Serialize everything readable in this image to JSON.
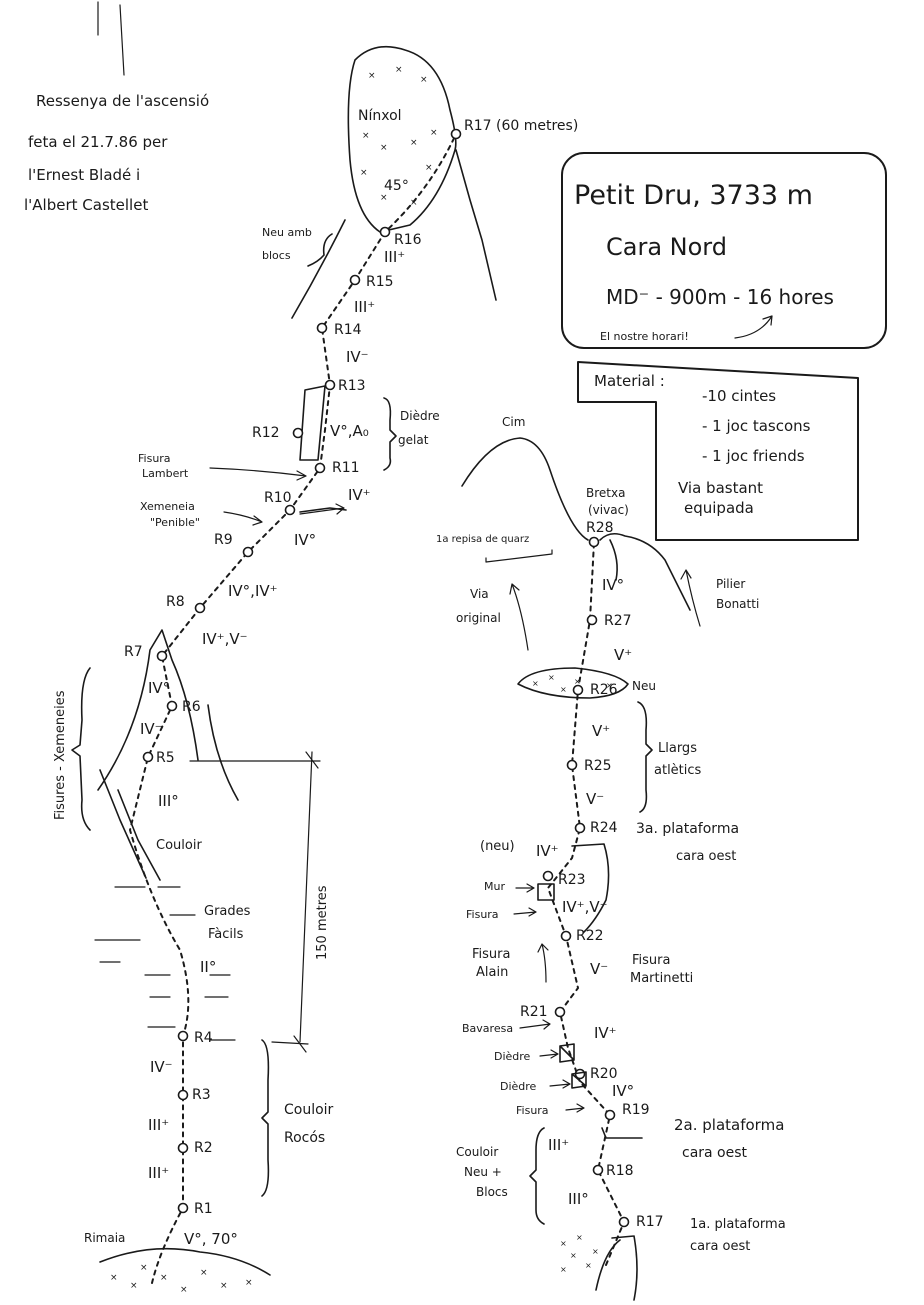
{
  "header_note": [
    "Ressenya de l'ascensió",
    "feta el 21.7.86 per",
    "l'Ernest Bladé i",
    "l'Albert Castellet"
  ],
  "title_box": {
    "title": "Petit Dru, 3733 m",
    "subtitle": "Cara Nord",
    "grade": "MD⁻ - 900m - 16 hores",
    "note": "El nostre horari!"
  },
  "material_box": {
    "heading": "Material :",
    "items": [
      "-10 cintes",
      "- 1 joc tascons",
      "- 1 joc friends",
      "Via bastant",
      "equipada"
    ]
  },
  "left_route": {
    "belays": [
      "R1",
      "R2",
      "R3",
      "R4",
      "R5",
      "R6",
      "R7",
      "R8",
      "R9",
      "R10",
      "R11",
      "R12",
      "R13",
      "R14",
      "R15",
      "R16",
      "R17 (60 metres)"
    ],
    "grades": [
      "V°, 70°",
      "III⁺",
      "III⁺",
      "IV⁻",
      "II°",
      "III°",
      "IV⁻",
      "IV°",
      "IV⁺,V⁻",
      "IV°,IV⁺",
      "IV°",
      "IV⁺",
      "V°,A₀",
      "IV⁻",
      "III⁺",
      "III⁺",
      "45°"
    ],
    "labels": {
      "rimaia": "Rimaia",
      "couloir_rocos_1": "Couloir",
      "couloir_rocos_2": "Rocós",
      "grades_facils_1": "Grades",
      "grades_facils_2": "Fàcils",
      "couloir": "Couloir",
      "fisures_xemeneies": "Fisures - Xemeneies",
      "metres": "150 metres",
      "xemeneia_1": "Xemeneia",
      "xemeneia_2": "\"Penible\"",
      "fisura_lambert_1": "Fisura",
      "fisura_lambert_2": "Lambert",
      "diedre_1": "Dièdre",
      "diedre_2": "gelat",
      "neu_blocs_1": "Neu amb",
      "neu_blocs_2": "blocs",
      "ninxol": "Nínxol"
    }
  },
  "right_route": {
    "belays": [
      "R17",
      "R18",
      "R19",
      "R20",
      "R21",
      "R22",
      "R23",
      "R24",
      "R25",
      "R26",
      "R27",
      "R28"
    ],
    "grades": [
      "III°",
      "III⁺",
      "IV°",
      "IV⁺",
      "V⁻",
      "IV⁺,V⁻",
      "IV⁺",
      "V⁻",
      "V⁺",
      "V⁺",
      "IV°"
    ],
    "labels": {
      "plat1_1": "1a. plataforma",
      "plat1_2": "cara oest",
      "plat2_1": "2a. plataforma",
      "plat2_2": "cara oest",
      "plat3_1": "3a. plataforma",
      "plat3_2": "cara oest",
      "couloir_neu_1": "Couloir",
      "couloir_neu_2": "Neu +",
      "couloir_neu_3": "Blocs",
      "fisura": "Fisura",
      "diedre_a": "Dièdre",
      "diedre_b": "Dièdre",
      "bavaresa": "Bavaresa",
      "fisura_alain_1": "Fisura",
      "fisura_alain_2": "Alain",
      "fisura_martinetti_1": "Fisura",
      "fisura_martinetti_2": "Martinetti",
      "fisura_b": "Fisura",
      "mur": "Mur",
      "neu_paren": "(neu)",
      "llargs_1": "Llargs",
      "llargs_2": "atlètics",
      "neu": "Neu",
      "via_original_1": "Via",
      "via_original_2": "original",
      "repisa": "1a repisa de quarz",
      "cim": "Cim",
      "bretxa_1": "Bretxa",
      "bretxa_2": "(vivac)",
      "pilier_1": "Pilier",
      "pilier_2": "Bonatti"
    }
  }
}
